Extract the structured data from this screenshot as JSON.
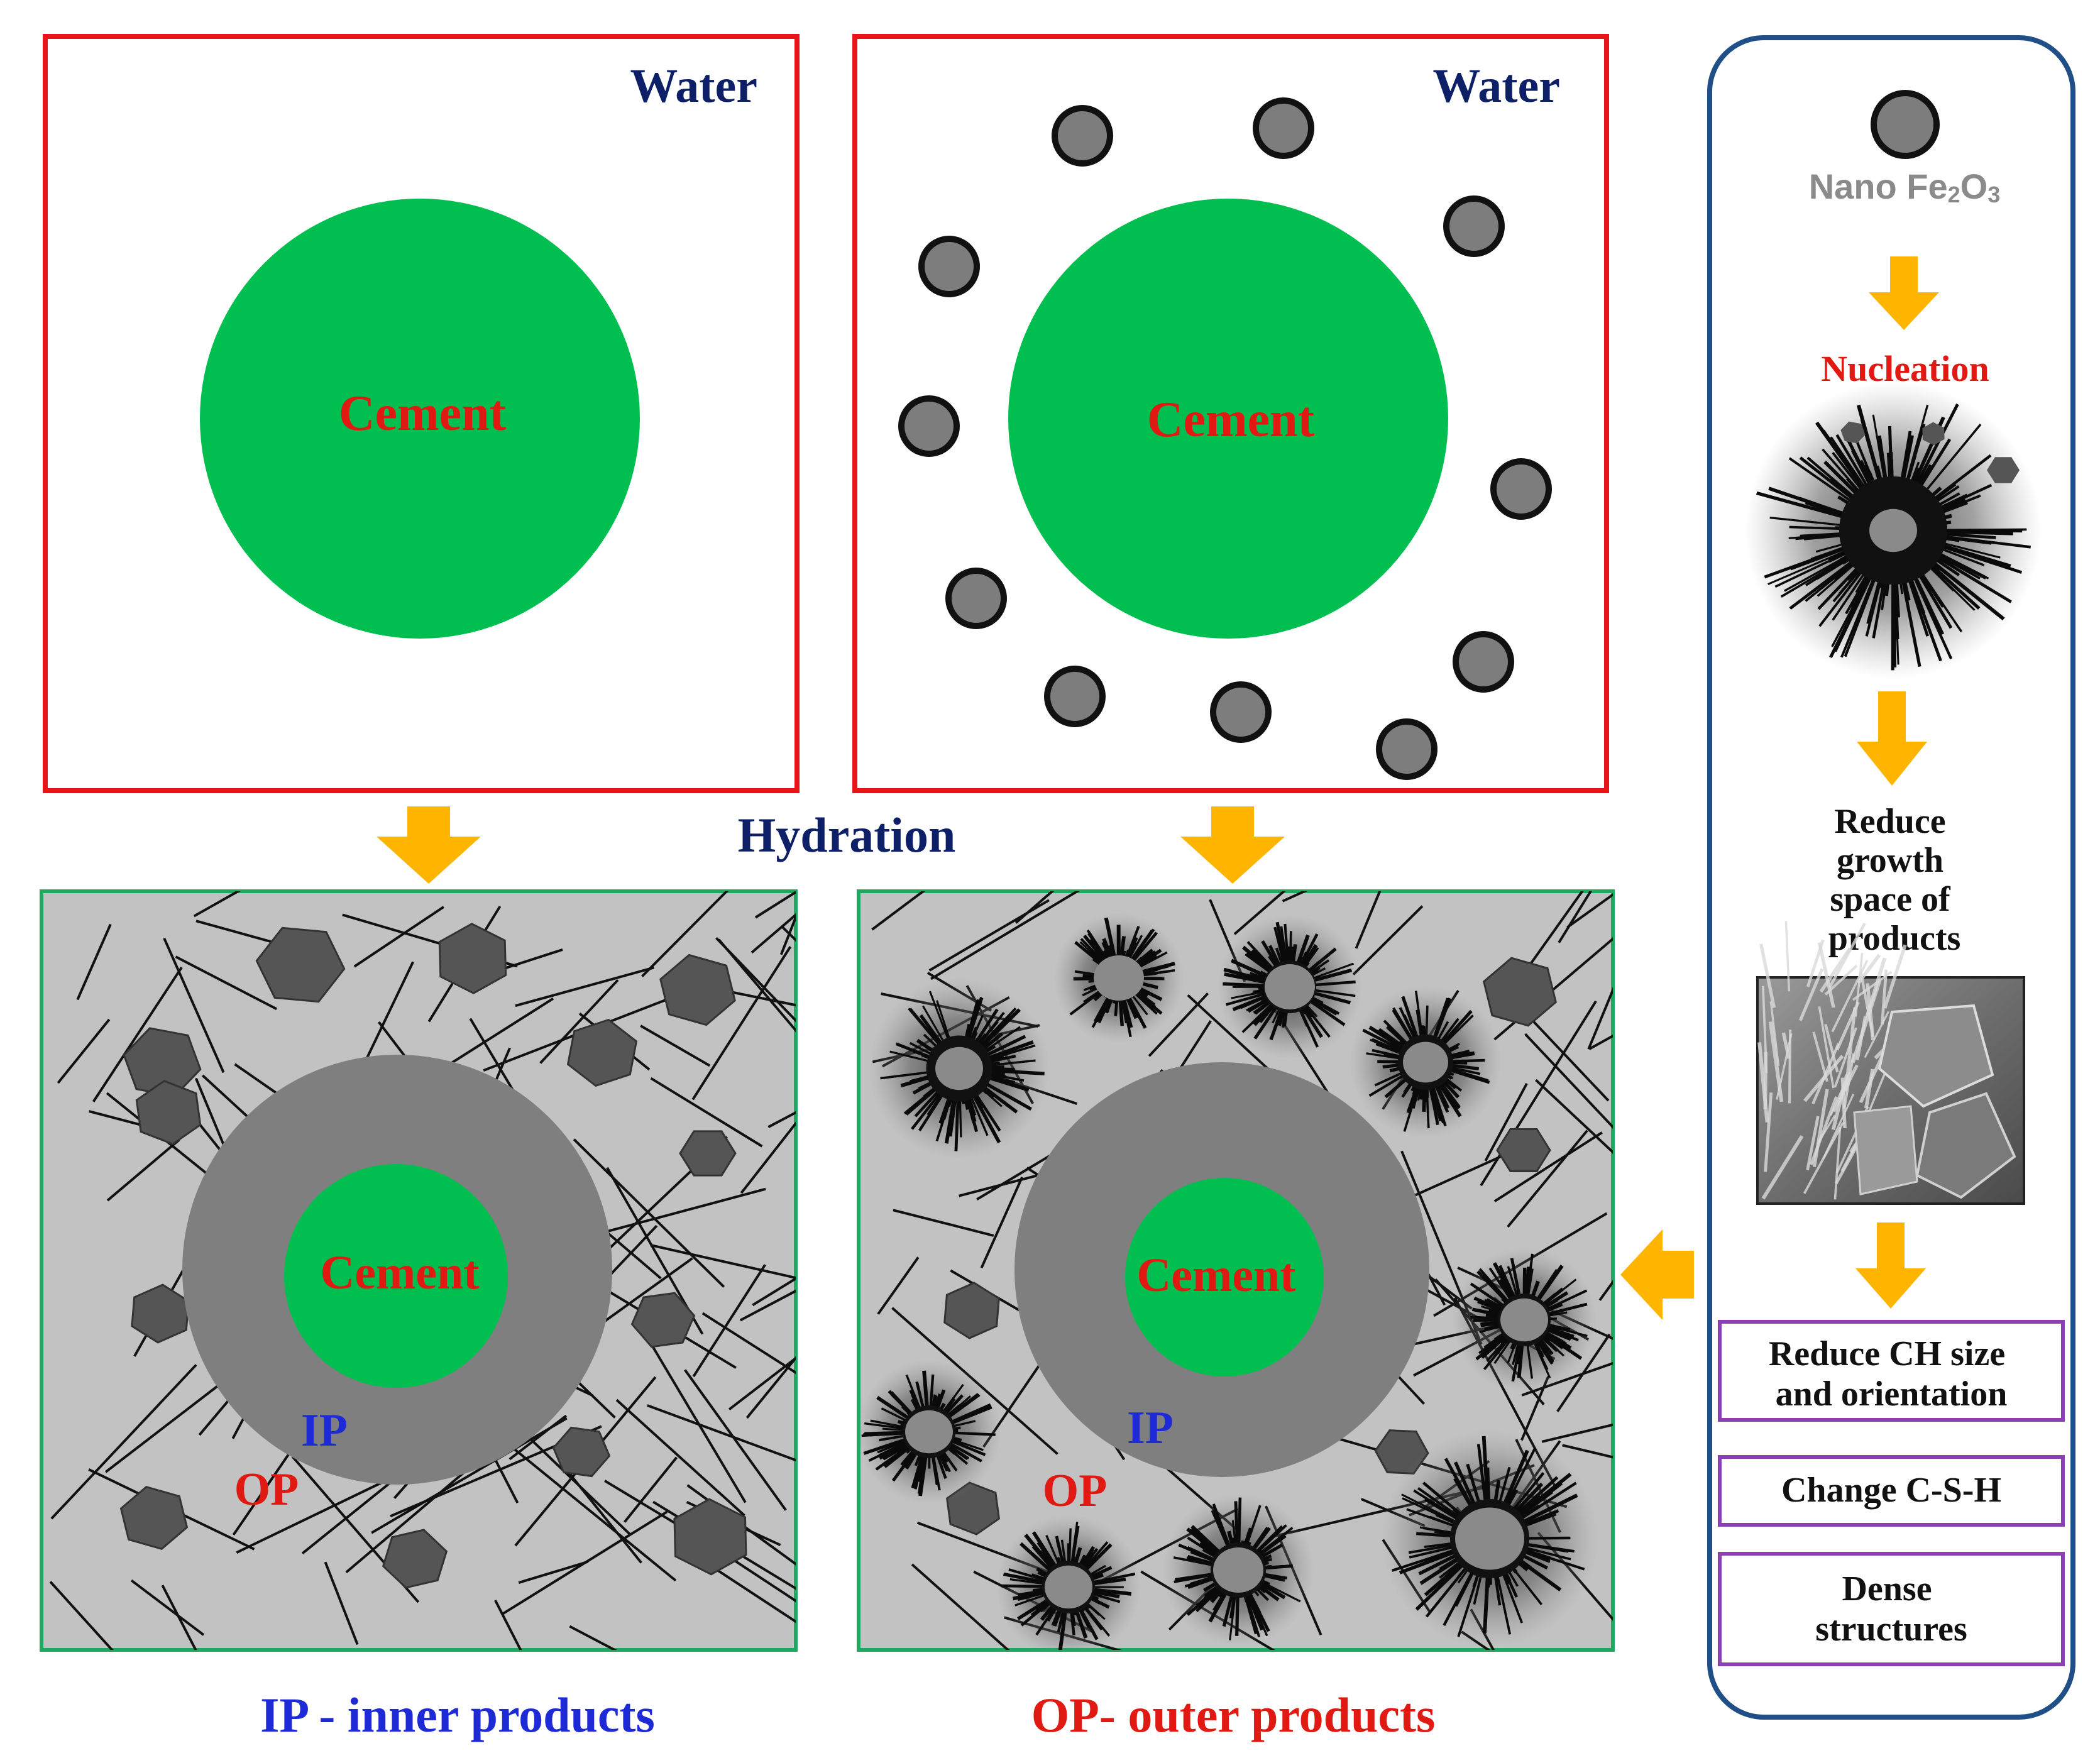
{
  "panels": {
    "top_left": {
      "water": "Water",
      "cement": "Cement"
    },
    "top_right": {
      "water": "Water",
      "cement": "Cement"
    },
    "bottom_left": {
      "cement": "Cement",
      "ip": "IP",
      "op": "OP"
    },
    "bottom_right": {
      "cement": "Cement",
      "ip": "IP",
      "op": "OP"
    }
  },
  "hydration": "Hydration",
  "legend": {
    "ip_abbr": "IP",
    "ip_text": " - inner products",
    "op_abbr": "OP",
    "op_text": "- outer products"
  },
  "sidebar": {
    "nano_prefix": "Nano Fe",
    "nano_sub1": "2",
    "nano_mid": "O",
    "nano_sub2": "3",
    "nucleation": "Nucleation",
    "reduce_growth": [
      "Reduce",
      "growth",
      "space of",
      "products"
    ],
    "effects": [
      [
        "Reduce CH size",
        "and  orientation"
      ],
      [
        "Change C-S-H"
      ],
      [
        "Dense",
        "structures"
      ]
    ]
  },
  "colors": {
    "cement_green": "#00bf50",
    "panel_red": "#e8141c",
    "panel_green": "#1fa860",
    "arrow": "#ffb400",
    "navy": "#0d1f66",
    "label_red": "#e01a12",
    "ip_blue": "#1d2ad6",
    "effect_box": "#8a3fb3",
    "sidebar_border": "#1f4f86"
  }
}
